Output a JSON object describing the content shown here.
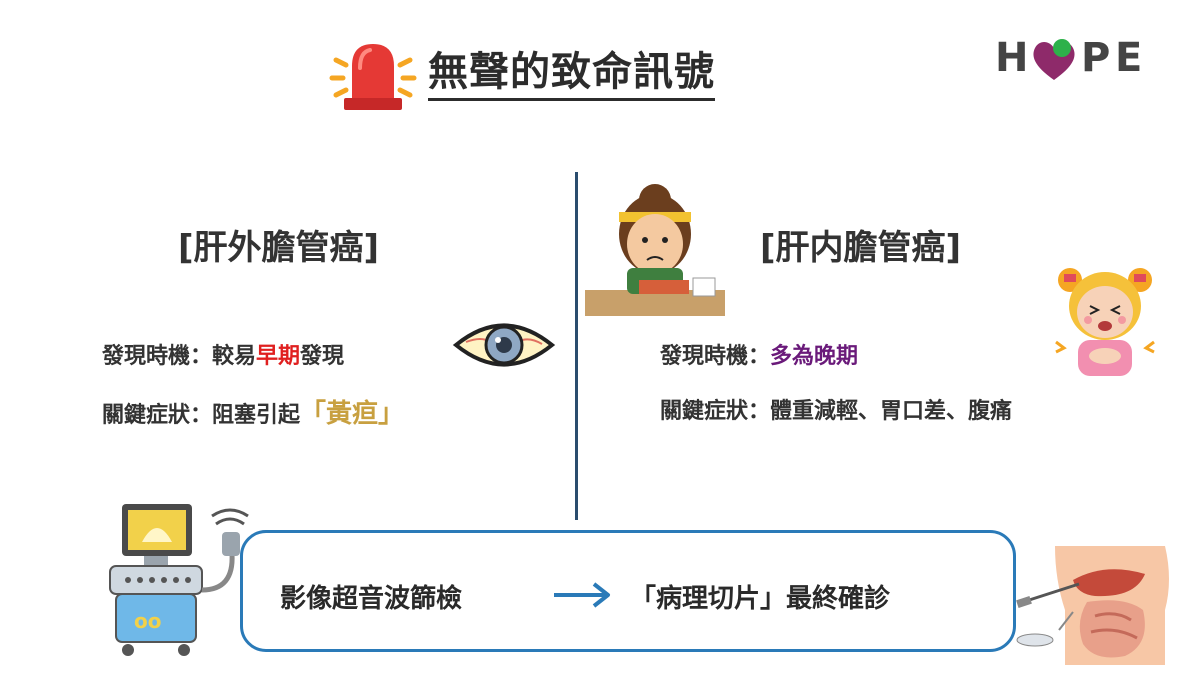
{
  "header": {
    "title": "無聲的致命訊號",
    "siren_icon": "siren-icon",
    "logo": {
      "text": "HOPE",
      "letters": [
        "H",
        "P",
        "E"
      ]
    }
  },
  "colors": {
    "accent_blue": "#2a7ab8",
    "divider": "#2a4d6e",
    "highlight_red": "#e02020",
    "highlight_gold": "#c8a040",
    "highlight_purple": "#6a1a7a",
    "logo_purple": "#8e2a6a",
    "logo_green": "#2db14a"
  },
  "left": {
    "title": "[肝外膽管癌]",
    "timing": {
      "label": "發現時機：",
      "prefix": "較易",
      "highlight": "早期",
      "suffix": "發現"
    },
    "symptom": {
      "label": "關鍵症狀：",
      "prefix": "阻塞引起",
      "highlight": "「黃疸」"
    },
    "icon": "yellow-eye-icon"
  },
  "right": {
    "title": "[肝内膽管癌]",
    "timing": {
      "label": "發現時機：",
      "highlight": "多為晚期"
    },
    "symptom": {
      "label": "關鍵症狀：",
      "text": "體重減輕、胃口差、腹痛"
    },
    "icons": [
      "sad-girl-eating-icon",
      "girl-stomach-pain-icon"
    ]
  },
  "diagnosis": {
    "step1": "影像超音波篩檢",
    "step2": "「病理切片」最終確診",
    "left_icon": "ultrasound-machine-icon",
    "right_icon": "liver-biopsy-icon"
  }
}
